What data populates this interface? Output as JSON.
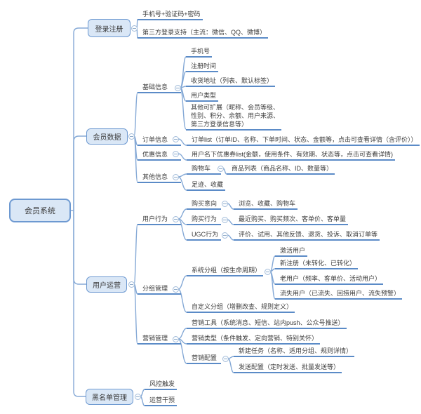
{
  "colors": {
    "background": "#ffffff",
    "node_fill": "#dae7f6",
    "node_border": "#6d99d1",
    "connector_line": "#85a9d6",
    "underline": "#5b8bc7",
    "text": "#3d3d3d"
  },
  "nodes": {
    "root": "会员系统",
    "login": "登录注册",
    "login_method": "手机号+验证码+密码",
    "login_third_party": "第三方登录支持（主流：微信、QQ、微博）",
    "member_data": "会员数据",
    "basic_info": "基础信息",
    "basic_phone": "手机号",
    "basic_reg_time": "注册时间",
    "basic_address": "收货地址（列表、默认标签）",
    "basic_user_type": "用户类型",
    "basic_extend": "其他可扩展（昵称、会员等级、性别、积分、余额、用户来源、第三方登录信息等）",
    "order_info": "订单信息",
    "order_list": "订单list（订单ID、名称、下单时间、状态、金额等，点击可查看详情（含评价））",
    "coupon_info": "优惠信息",
    "coupon_list": "用户名下优惠券list(金额，使用条件、有效期、状态等，点击可查看详情)",
    "other_info": "其他信息",
    "cart": "购物车",
    "cart_goods": "商品列表（商品名称、ID、数量等）",
    "footprint": "足迹、收藏",
    "user_ops": "用户运营",
    "behavior": "用户行为",
    "buy_intent": "购买意向",
    "buy_intent_items": "浏览、收藏、购物车",
    "buy_behavior": "购买行为",
    "buy_behavior_items": "最近购买、购买频次、客单价、客单量",
    "ugc": "UGC行为",
    "ugc_items": "评价、试用、其他反馈、退货、投诉、取消订单等",
    "grouping": "分组管理",
    "sys_group": "系统分组（按生命周期）",
    "group_active": "激活用户",
    "group_new": "新注册（未转化、已转化）",
    "group_old": "老用户（频率、客单价、活动用户）",
    "group_lost": "流失用户（已流失、回捞用户、流失预警）",
    "custom_group": "自定义分组（增删改查、规则定义）",
    "marketing": "营销管理",
    "mkt_tools": "营销工具（系统消息、短信、站内push、公众号推送）",
    "mkt_types": "营销类型（条件触发、定向营销、特别关怀）",
    "mkt_config": "营销配置",
    "mkt_task": "新建任务（名称、适用分组、规则详情）",
    "mkt_send": "发送配置（定时发送、批量发送等）",
    "blacklist": "黑名单管理",
    "risk_trigger": "风控触发",
    "ops_intervene": "运营干预"
  }
}
